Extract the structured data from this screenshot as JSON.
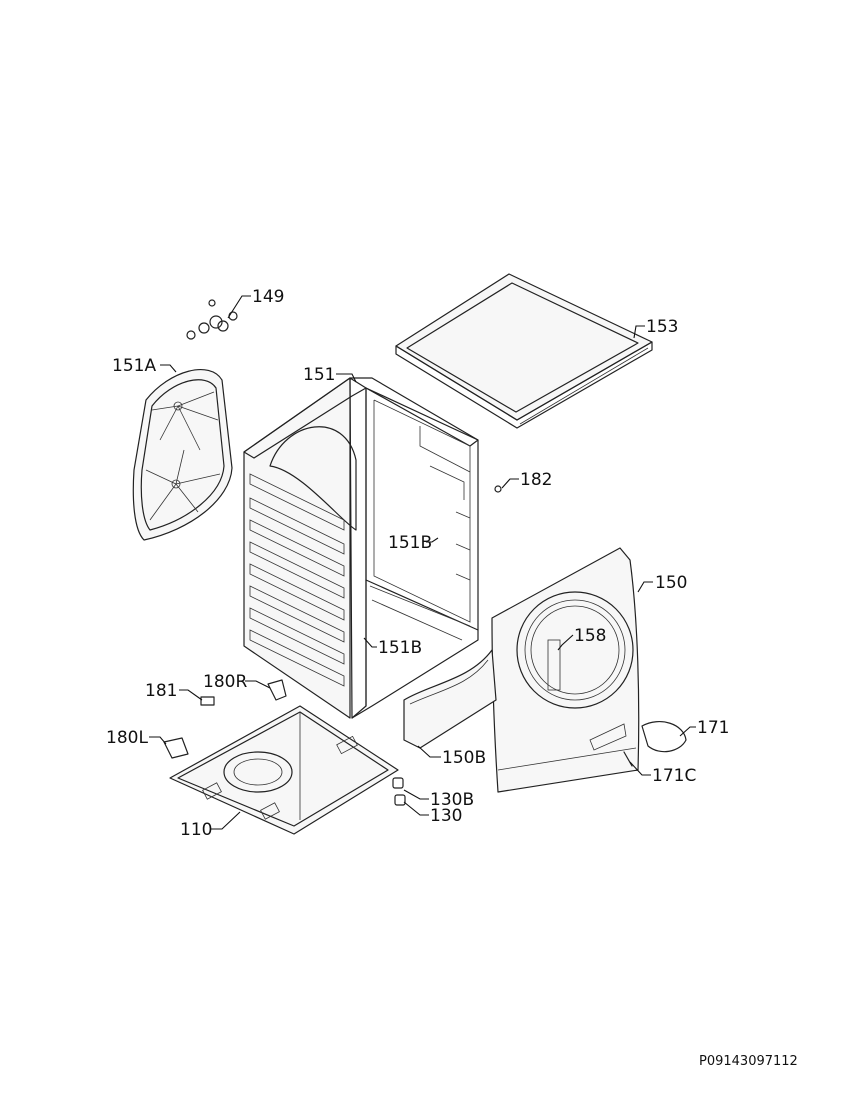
{
  "parts": {
    "p149": "149",
    "p151a": "151A",
    "p151": "151",
    "p153": "153",
    "p182": "182",
    "p151b_upper": "151B",
    "p151b_lower": "151B",
    "p150": "150",
    "p158": "158",
    "p181": "181",
    "p180r": "180R",
    "p180l": "180L",
    "p150b": "150B",
    "p171": "171",
    "p171c": "171C",
    "p130b": "130B",
    "p130": "130",
    "p110": "110"
  },
  "diagram_ref": "P09143097112"
}
